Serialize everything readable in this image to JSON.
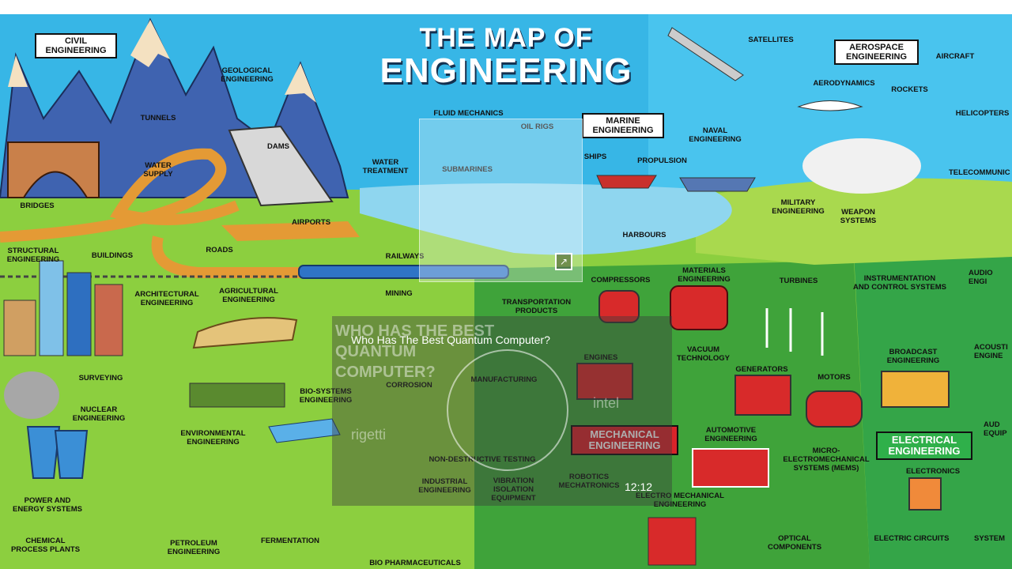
{
  "map": {
    "title_line1": "THE MAP OF",
    "title_line2": "ENGINEERING",
    "sections": {
      "civil": "CIVIL\nENGINEERING",
      "marine": "MARINE\nENGINEERING",
      "aerospace": "AEROSPACE\nENGINEERING",
      "mechanical": "MECHANICAL\nENGINEERING",
      "electrical": "ELECTRICAL\nENGINEERING"
    },
    "labels": {
      "geological": "GEOLOGICAL\nENGINEERING",
      "tunnels": "TUNNELS",
      "dams": "DAMS",
      "water_supply": "WATER\nSUPPLY",
      "bridges": "BRIDGES",
      "airports": "AIRPORTS",
      "roads": "ROADS",
      "structural": "STRUCTURAL\nENGINEERING",
      "buildings": "BUILDINGS",
      "railways": "RAILWAYS",
      "water_treatment": "WATER\nTREATMENT",
      "fluid_mechanics": "FLUID MECHANICS",
      "oil_rigs": "OIL RIGS",
      "submarines": "SUBMARINES",
      "ships": "SHIPS",
      "propulsion": "PROPULSION",
      "naval": "NAVAL\nENGINEERING",
      "harbours": "HARBOURS",
      "satellites": "SATELLITES",
      "aircraft": "AIRCRAFT",
      "aerodynamics": "AERODYNAMICS",
      "rockets": "ROCKETS",
      "helicopters": "HELICOPTERS",
      "telecom": "TELECOMMUNIC",
      "military": "MILITARY\nENGINEERING",
      "weapon": "WEAPON\nSYSTEMS",
      "architectural": "ARCHITECTURAL\nENGINEERING",
      "agricultural": "AGRICULTURAL\nENGINEERING",
      "mining": "MINING",
      "transportation": "TRANSPORTATION\nPRODUCTS",
      "compressors": "COMPRESSORS",
      "materials": "MATERIALS\nENGINEERING",
      "turbines": "TURBINES",
      "instrumentation": "INSTRUMENTATION\nAND CONTROL SYSTEMS",
      "audio": "AUDIO\nENGI",
      "surveying": "SURVEYING",
      "nuclear": "NUCLEAR\nENGINEERING",
      "environmental": "ENVIRONMENTAL\nENGINEERING",
      "biosystems": "BIO-SYSTEMS\nENGINEERING",
      "corrosion": "CORROSION",
      "manufacturing": "MANUFACTURING",
      "engines": "ENGINES",
      "vacuum": "VACUUM\nTECHNOLOGY",
      "generators": "GENERATORS",
      "motors": "MOTORS",
      "broadcast": "BROADCAST\nENGINEERING",
      "acoustic": "ACOUSTI\nENGINE",
      "power_energy": "POWER AND\nENERGY SYSTEMS",
      "ndt": "NON-DESTRUCTIVE TESTING",
      "automotive": "AUTOMOTIVE\nENGINEERING",
      "mems": "MICRO-\nELECTROMECHANICAL\nSYSTEMS (MEMS)",
      "electronics": "ELECTRONICS",
      "audio_equip": "AUD\nEQUIP",
      "industrial": "INDUSTRIAL\nENGINEERING",
      "vibration": "VIBRATION\nISOLATION\nEQUIPMENT",
      "robotics": "ROBOTICS\nMECHATRONICS",
      "electro_mech": "ELECTRO MECHANICAL\nENGINEERING",
      "chemical": "CHEMICAL\nPROCESS PLANTS",
      "petroleum": "PETROLEUM\nENGINEERING",
      "fermentation": "FERMENTATION",
      "bio_pharma": "BIO PHARMACEUTICALS",
      "optical": "OPTICAL\nCOMPONENTS",
      "electric_circuits": "ELECTRIC CIRCUITS",
      "system": "SYSTEM"
    }
  },
  "overlay": {
    "bg_title": "WHO HAS THE BEST QUANTUM COMPUTER?",
    "video_title": "Who Has The Best Quantum Computer?",
    "duration": "12:12",
    "brand_intel": "intel",
    "brand_rigetti": "rigetti"
  },
  "colors": {
    "sky": "#37b6e6",
    "grass": "#8ccf3f",
    "mech_green": "#3fa33a",
    "water": "#8fd6ef",
    "banner_red": "#d8242a"
  }
}
